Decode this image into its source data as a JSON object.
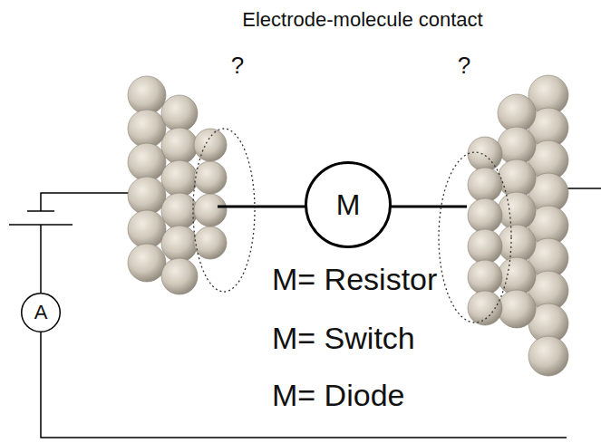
{
  "diagram": {
    "nodes": [
      {
        "text": [
          "M"
        ]
      },
      {
        "text": [
          "A"
        ]
      }
    ],
    "labels": [
      "Electrode-molecule contact",
      "?",
      "?",
      "M= Resistor",
      "M= Switch",
      "M= Diode"
    ]
  }
}
